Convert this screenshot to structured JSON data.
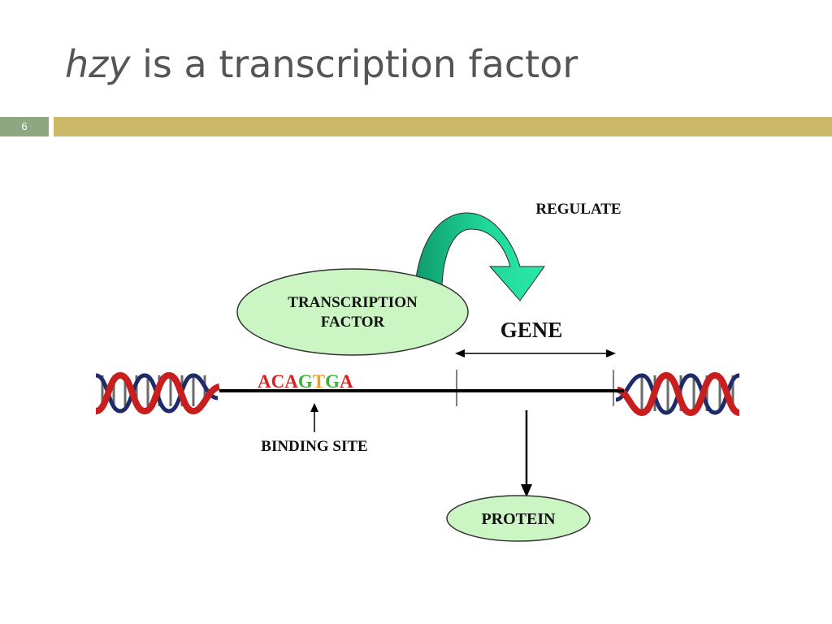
{
  "slide": {
    "title_italic": "hzy",
    "title_rest": " is a transcription factor",
    "slide_number": "6"
  },
  "diagram": {
    "regulate_label": "REGULATE",
    "tf_label_line1": "TRANSCRIPTION",
    "tf_label_line2": "FACTOR",
    "gene_label": "GENE",
    "binding_site_label": "BINDING SITE",
    "protein_label": "PROTEIN",
    "sequence": [
      {
        "base": "A",
        "color": "#e02020"
      },
      {
        "base": "C",
        "color": "#e02020"
      },
      {
        "base": "A",
        "color": "#e02020"
      },
      {
        "base": "G",
        "color": "#3bb03b"
      },
      {
        "base": "T",
        "color": "#f0a020"
      },
      {
        "base": "G",
        "color": "#3bb03b"
      },
      {
        "base": "A",
        "color": "#e02020"
      }
    ],
    "colors": {
      "ellipse_fill": "#ccf5c4",
      "arrow_green": "#1fd89a",
      "arrow_dark_green": "#12a070",
      "dna_red": "#c81e1e",
      "dna_navy": "#1e2a6a"
    }
  }
}
